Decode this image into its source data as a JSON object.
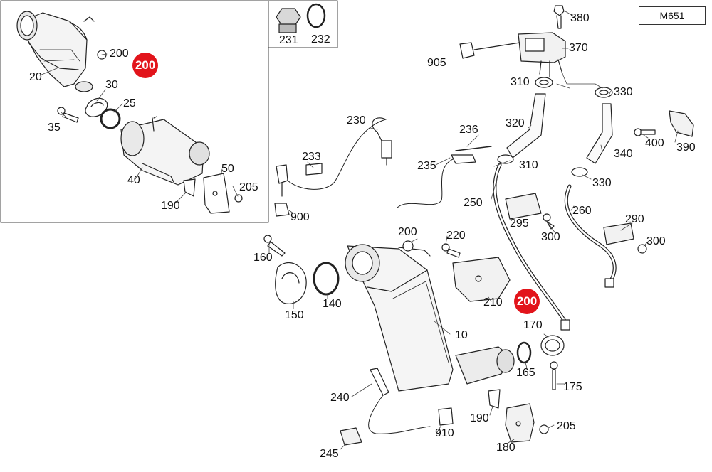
{
  "engine_code": "M651",
  "badges": [
    "200",
    "200"
  ],
  "callouts": [
    {
      "id": "p20",
      "text": "20"
    },
    {
      "id": "p200a",
      "text": "200"
    },
    {
      "id": "p30",
      "text": "30"
    },
    {
      "id": "p25",
      "text": "25"
    },
    {
      "id": "p35",
      "text": "35"
    },
    {
      "id": "p40",
      "text": "40"
    },
    {
      "id": "p50",
      "text": "50"
    },
    {
      "id": "p205a",
      "text": "205"
    },
    {
      "id": "p190a",
      "text": "190"
    },
    {
      "id": "p231",
      "text": "231"
    },
    {
      "id": "p232",
      "text": "232"
    },
    {
      "id": "p380",
      "text": "380"
    },
    {
      "id": "p370",
      "text": "370"
    },
    {
      "id": "p905",
      "text": "905"
    },
    {
      "id": "p310a",
      "text": "310"
    },
    {
      "id": "p330a",
      "text": "330"
    },
    {
      "id": "p320",
      "text": "320"
    },
    {
      "id": "p230",
      "text": "230"
    },
    {
      "id": "p236",
      "text": "236"
    },
    {
      "id": "p233",
      "text": "233"
    },
    {
      "id": "p235",
      "text": "235"
    },
    {
      "id": "p310b",
      "text": "310"
    },
    {
      "id": "p400",
      "text": "400"
    },
    {
      "id": "p390",
      "text": "390"
    },
    {
      "id": "p340",
      "text": "340"
    },
    {
      "id": "p330b",
      "text": "330"
    },
    {
      "id": "p250",
      "text": "250"
    },
    {
      "id": "p260",
      "text": "260"
    },
    {
      "id": "p900",
      "text": "900"
    },
    {
      "id": "p295",
      "text": "295"
    },
    {
      "id": "p290",
      "text": "290"
    },
    {
      "id": "p300a",
      "text": "300"
    },
    {
      "id": "p300b",
      "text": "300"
    },
    {
      "id": "p200b",
      "text": "200"
    },
    {
      "id": "p220",
      "text": "220"
    },
    {
      "id": "p160",
      "text": "160"
    },
    {
      "id": "p150",
      "text": "150"
    },
    {
      "id": "p140",
      "text": "140"
    },
    {
      "id": "p210",
      "text": "210"
    },
    {
      "id": "p170",
      "text": "170"
    },
    {
      "id": "p10",
      "text": "10"
    },
    {
      "id": "p165",
      "text": "165"
    },
    {
      "id": "p175",
      "text": "175"
    },
    {
      "id": "p240",
      "text": "240"
    },
    {
      "id": "p910",
      "text": "910"
    },
    {
      "id": "p190b",
      "text": "190"
    },
    {
      "id": "p205b",
      "text": "205"
    },
    {
      "id": "p245",
      "text": "245"
    },
    {
      "id": "p180",
      "text": "180"
    }
  ]
}
